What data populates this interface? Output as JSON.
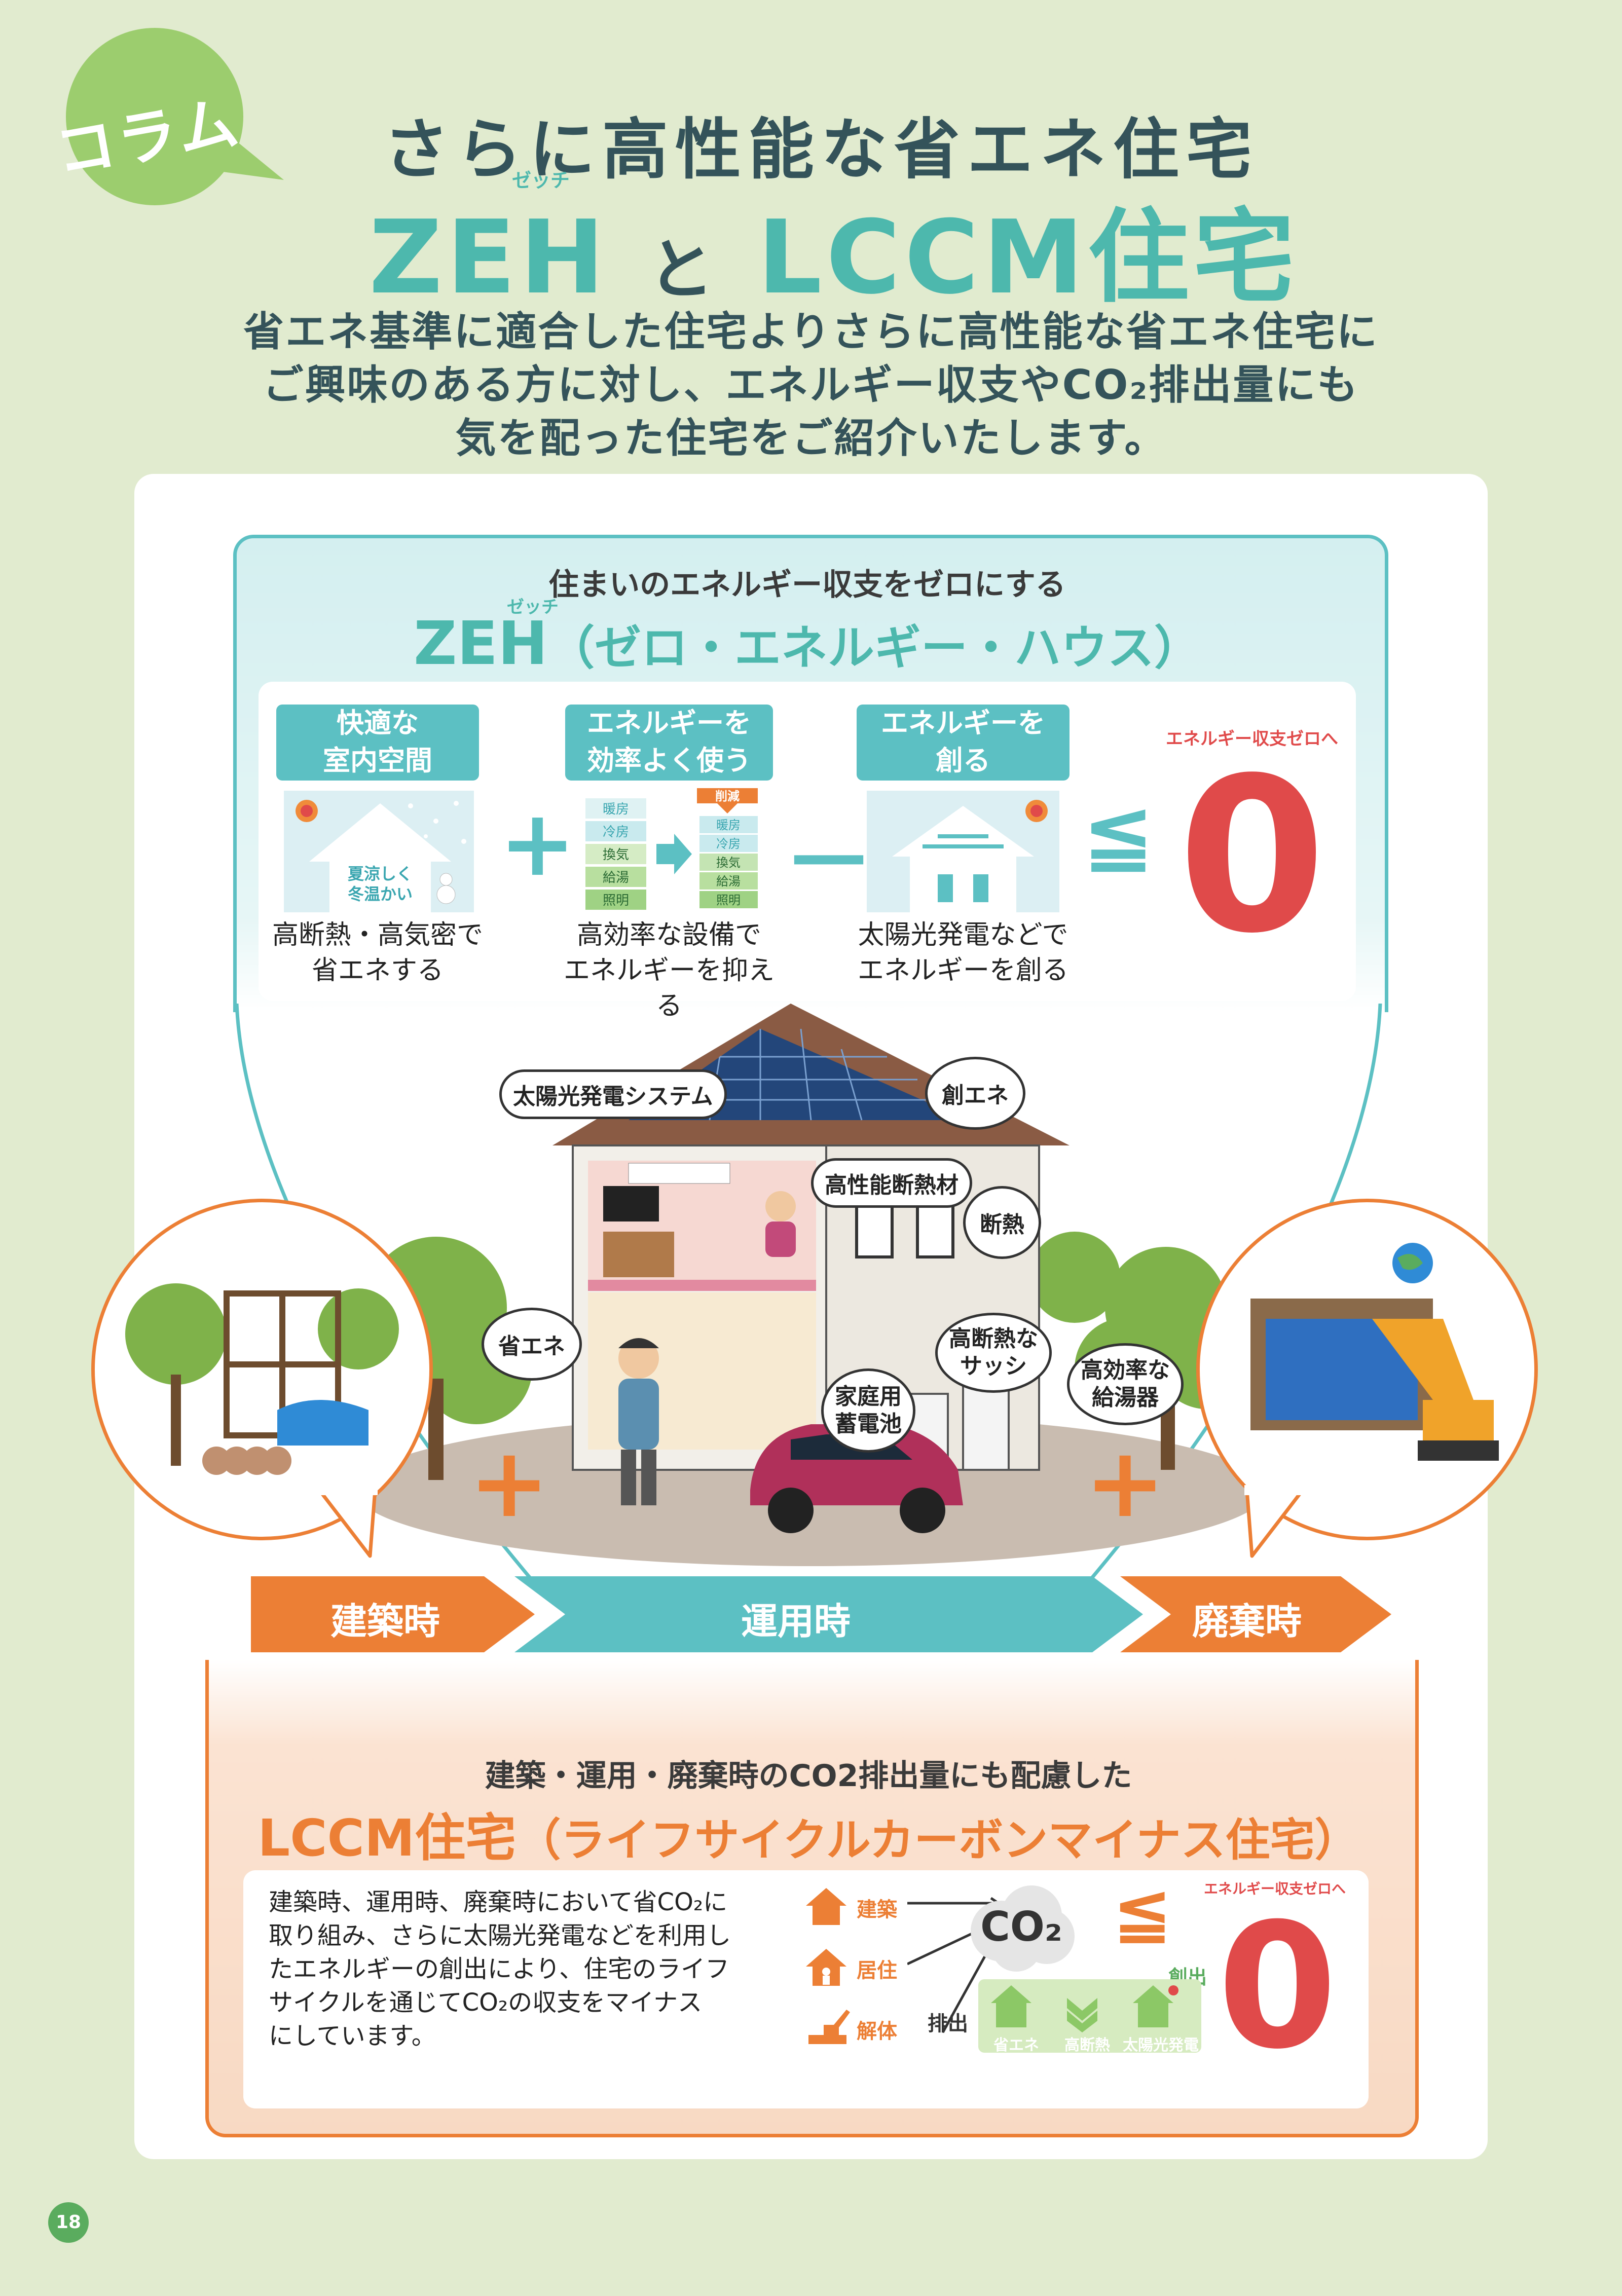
{
  "header": {
    "column_label": "コラム",
    "title_line1": "さらに高性能な省エネ住宅",
    "title_zeh": "ZEH",
    "title_to": "と",
    "title_lccm": "LCCM住宅",
    "ruby_zeh": "ゼッチ",
    "intro": [
      "省エネ基準に適合した住宅よりさらに高性能な省エネ住宅に",
      "ご興味のある方に対し、エネルギー収支やCO₂排出量にも",
      "気を配った住宅をご紹介いたします。"
    ]
  },
  "zeh": {
    "subtitle": "住まいのエネルギー収支をゼロにする",
    "ruby": "ゼッチ",
    "title": "ZEH",
    "title_paren": "（ゼロ・エネルギー・ハウス）",
    "items": [
      {
        "head": [
          "快適な",
          "室内空間"
        ],
        "inner_text": [
          "夏涼しく",
          "冬温かい"
        ],
        "caption": [
          "高断熱・高気密で",
          "省エネする"
        ]
      },
      {
        "head": [
          "エネルギーを",
          "効率よく使う"
        ],
        "bars": [
          "暖房",
          "冷房",
          "換気",
          "給湯",
          "照明"
        ],
        "tag": "削減",
        "caption": [
          "高効率な設備で",
          "エネルギーを抑える"
        ]
      },
      {
        "head": [
          "エネルギーを",
          "創る"
        ],
        "caption": [
          "太陽光発電などで",
          "エネルギーを創る"
        ]
      }
    ],
    "op_plus": "+",
    "op_minus": "－",
    "op_le": "≦",
    "zero_label": "エネルギー収支ゼロへ",
    "zero": "0"
  },
  "illustration": {
    "callouts": {
      "solar": "太陽光発電システム",
      "create": "創エネ",
      "insulation_material": "高性能断熱材",
      "insulation": "断熱",
      "save": "省エネ",
      "sash": [
        "高断熱な",
        "サッシ"
      ],
      "battery": [
        "家庭用",
        "蓄電池"
      ],
      "water_heater": [
        "高効率な",
        "給湯器"
      ]
    },
    "plus": "+"
  },
  "stages": [
    "建築時",
    "運用時",
    "廃棄時"
  ],
  "lccm": {
    "subtitle": "建築・運用・廃棄時のCO2排出量にも配慮した",
    "title": "LCCM住宅",
    "title_paren": "（ライフサイクルカーボンマイナス住宅）",
    "text": [
      "建築時、運用時、廃棄時において省CO₂に",
      "取り組み、さらに太陽光発電などを利用し",
      "たエネルギーの創出により、住宅のライフ",
      "サイクルを通じてCO₂の収支をマイナス",
      "にしています。"
    ],
    "sources": [
      "建築",
      "居住",
      "解体"
    ],
    "emission_label": "排出",
    "co2": "CO₂",
    "create_label": "創出",
    "green_items": [
      "省エネ",
      "高断熱",
      "太陽光発電"
    ],
    "le": "≦",
    "zero_label": "エネルギー収支ゼロへ",
    "zero": "0"
  },
  "page_number": "18"
}
